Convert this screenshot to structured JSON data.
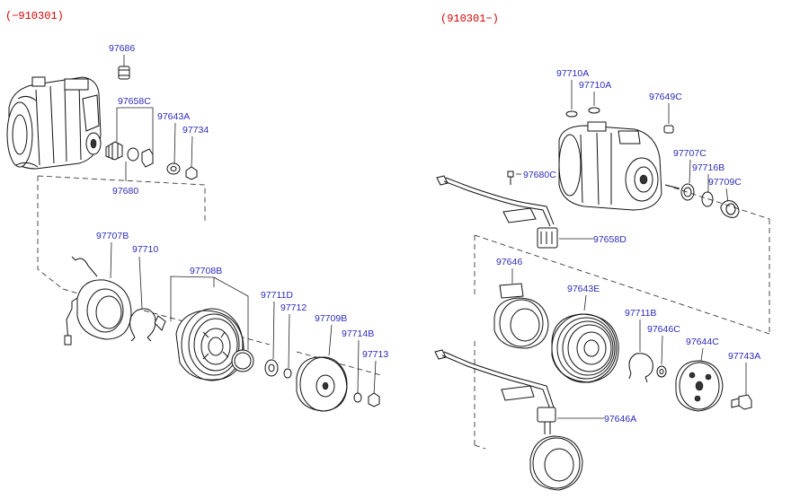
{
  "headers": {
    "left": "(−910301)",
    "right": "(910301−)"
  },
  "parts": {
    "p97686": "97686",
    "p97658C": "97658C",
    "p97643A": "97643A",
    "p97734": "97734",
    "p97680": "97680",
    "p97707B": "97707B",
    "p97710": "97710",
    "p97708B": "97708B",
    "p97711D": "97711D",
    "p97712": "97712",
    "p97709B": "97709B",
    "p97714B": "97714B",
    "p97713": "97713",
    "p97710A_1": "97710A",
    "p97710A_2": "97710A",
    "p97649C": "97649C",
    "p97680C": "97680C",
    "p97707C": "97707C",
    "p97716B": "97716B",
    "p97709C": "97709C",
    "p97658D": "97658D",
    "p97646": "97646",
    "p97643E": "97643E",
    "p97711B": "97711B",
    "p97646C": "97646C",
    "p97644C": "97644C",
    "p97743A": "97743A",
    "p97646A": "97646A"
  },
  "colors": {
    "header": "#d40000",
    "part_number": "#2a2ab8",
    "line": "#222222"
  }
}
